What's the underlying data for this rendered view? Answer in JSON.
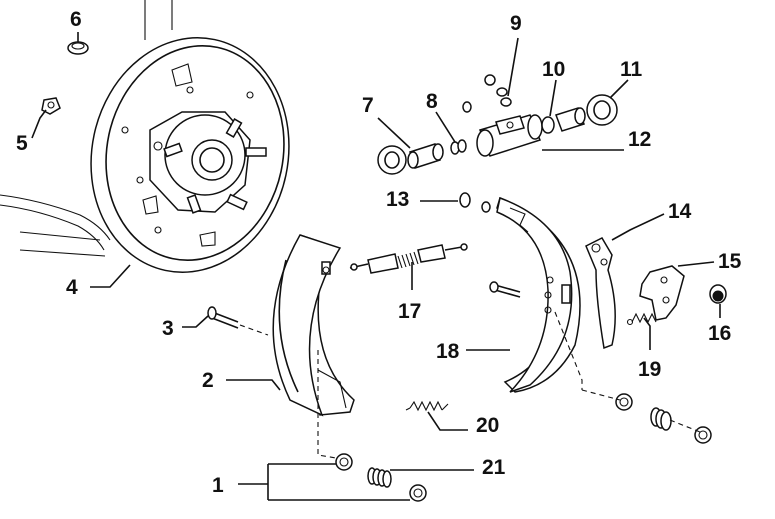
{
  "callouts": [
    {
      "id": "1",
      "text": "1"
    },
    {
      "id": "2",
      "text": "2"
    },
    {
      "id": "3",
      "text": "3"
    },
    {
      "id": "4",
      "text": "4"
    },
    {
      "id": "5",
      "text": "5"
    },
    {
      "id": "6",
      "text": "6"
    },
    {
      "id": "7",
      "text": "7"
    },
    {
      "id": "8",
      "text": "8"
    },
    {
      "id": "9",
      "text": "9"
    },
    {
      "id": "10",
      "text": "10"
    },
    {
      "id": "11",
      "text": "11"
    },
    {
      "id": "12",
      "text": "12"
    },
    {
      "id": "13",
      "text": "13"
    },
    {
      "id": "14",
      "text": "14"
    },
    {
      "id": "15",
      "text": "15"
    },
    {
      "id": "16",
      "text": "16"
    },
    {
      "id": "17",
      "text": "17"
    },
    {
      "id": "18",
      "text": "18"
    },
    {
      "id": "19",
      "text": "19"
    },
    {
      "id": "20",
      "text": "20"
    },
    {
      "id": "21",
      "text": "21"
    }
  ]
}
